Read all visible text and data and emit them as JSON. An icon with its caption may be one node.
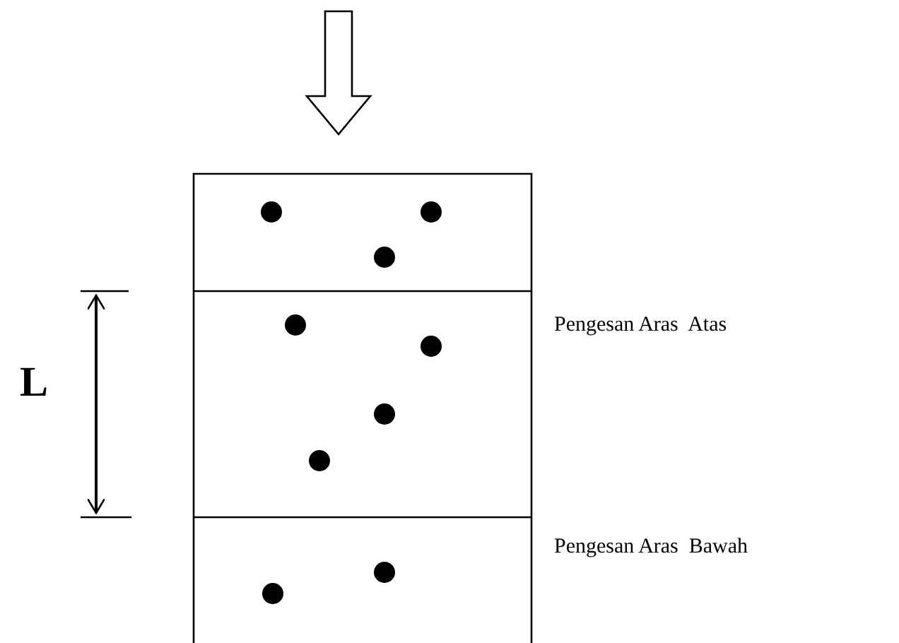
{
  "diagram": {
    "labels": [
      "Pengesan Aras  Atas",
      "L",
      "Pengesan Aras  Bawah"
    ]
  }
}
